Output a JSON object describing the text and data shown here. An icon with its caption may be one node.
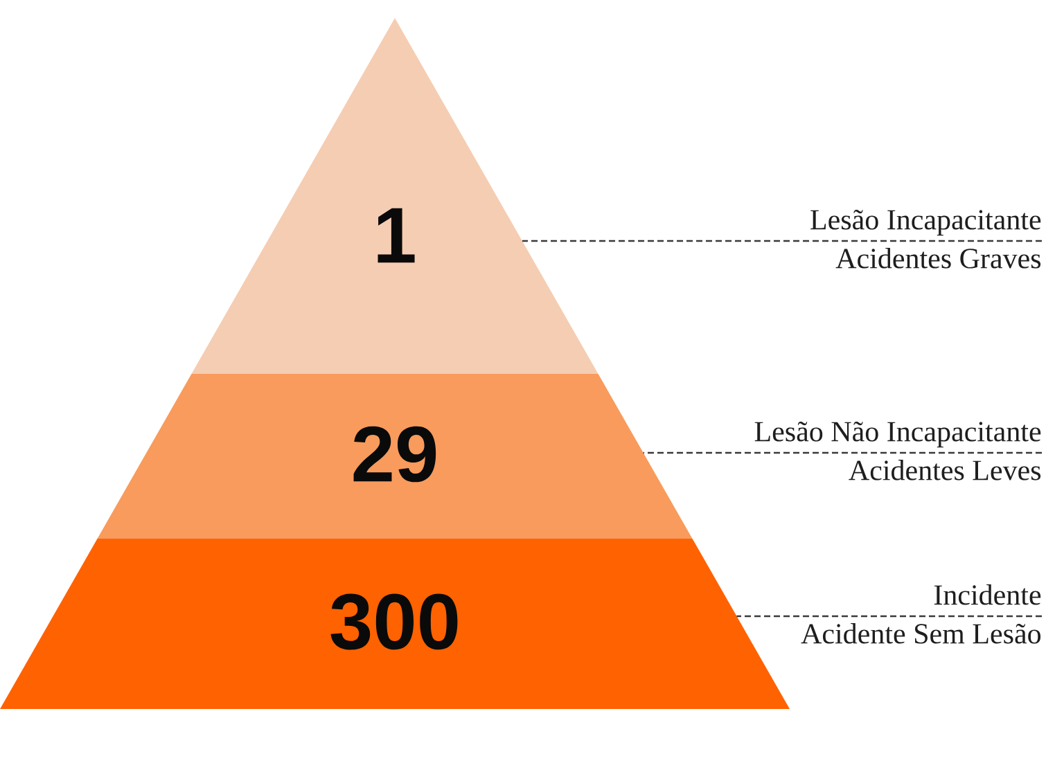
{
  "diagram": {
    "nodes": [
      {
        "text": [
          "1"
        ]
      },
      {
        "text": [
          "29"
        ]
      },
      {
        "text": [
          "300"
        ]
      },
      {
        "text": [
          "Lesão Incapacitante",
          "Acidentes Graves"
        ]
      },
      {
        "text": [
          "Lesão Não Incapacitante",
          "Acidentes Leves"
        ]
      },
      {
        "text": [
          "Incidente",
          "Acidente Sem Lesão"
        ]
      }
    ],
    "edges": [
      {
        "from": 3,
        "to": 0,
        "arrow": "none",
        "style": "dashed"
      },
      {
        "from": 4,
        "to": 1,
        "arrow": "none",
        "style": "dashed"
      },
      {
        "from": 5,
        "to": 2,
        "arrow": "none",
        "style": "dashed"
      }
    ]
  }
}
